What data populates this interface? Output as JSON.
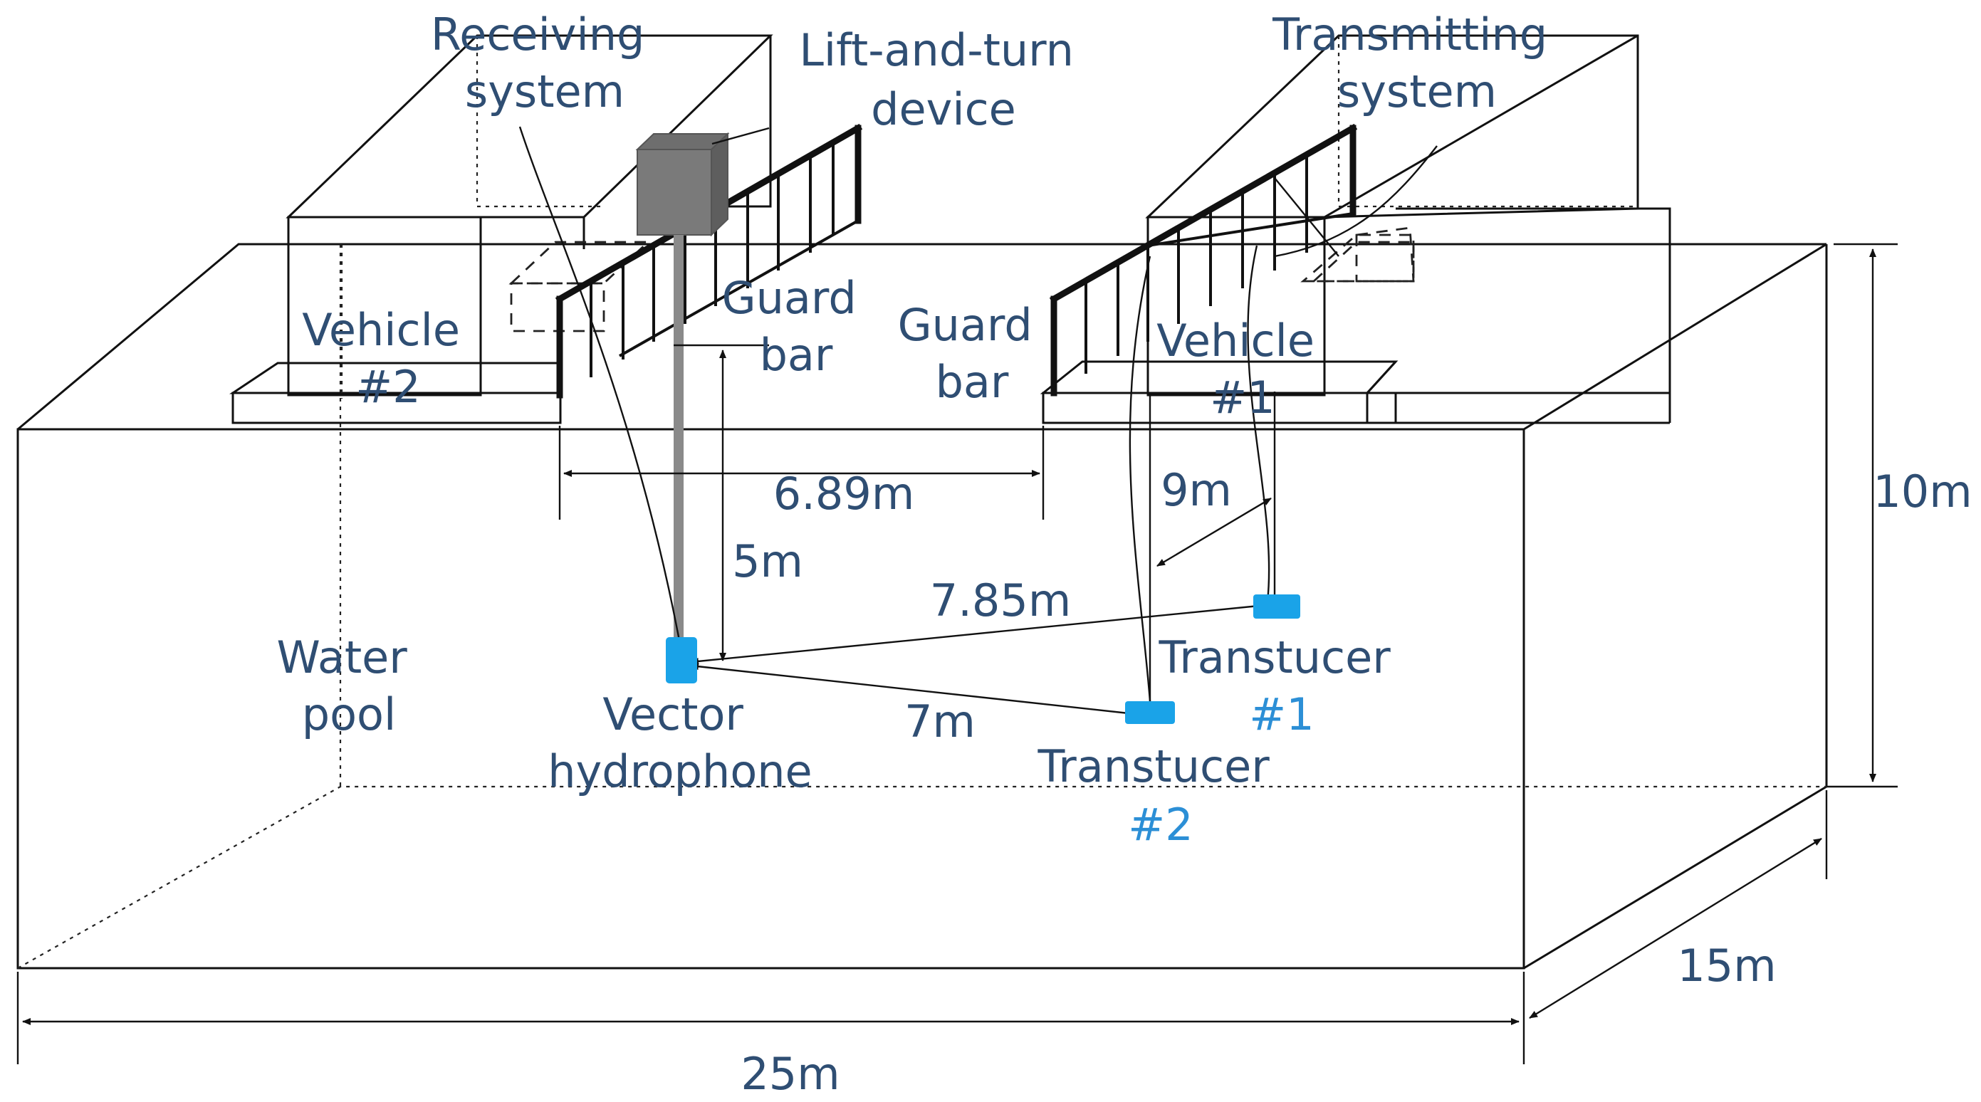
{
  "labels": {
    "receiving_system": [
      "Receiving",
      "system"
    ],
    "lift_and_turn_device": [
      "Lift-and-turn",
      "device"
    ],
    "transmitting_system": [
      "Transmitting",
      "system"
    ],
    "guard_bar_left": [
      "Guard",
      "bar"
    ],
    "guard_bar_right": [
      "Guard",
      "bar"
    ],
    "vehicle_2": [
      "Vehicle",
      "#2"
    ],
    "vehicle_1": [
      "Vehicle",
      "#1"
    ],
    "water_pool": [
      "Water",
      "pool"
    ],
    "vector_hydrophone": [
      "Vector",
      "hydrophone"
    ],
    "transducer_1": [
      "Transtucer",
      "#1"
    ],
    "transducer_2": [
      "Transtucer",
      "#2"
    ]
  },
  "dimensions": {
    "guard_gap": "6.89m",
    "hydrophone_depth": "5m",
    "hydrophone_to_transducer_1": "7.85m",
    "hydrophone_to_transducer_2": "7m",
    "transducer_spacing": "9m",
    "pool_depth": "10m",
    "pool_width": "15m",
    "pool_length": "25m"
  },
  "colors": {
    "label_text": "#2f4e73",
    "device_blue": "#1aa3e8",
    "lift_device_gray": "#808080",
    "line": "#111111"
  }
}
